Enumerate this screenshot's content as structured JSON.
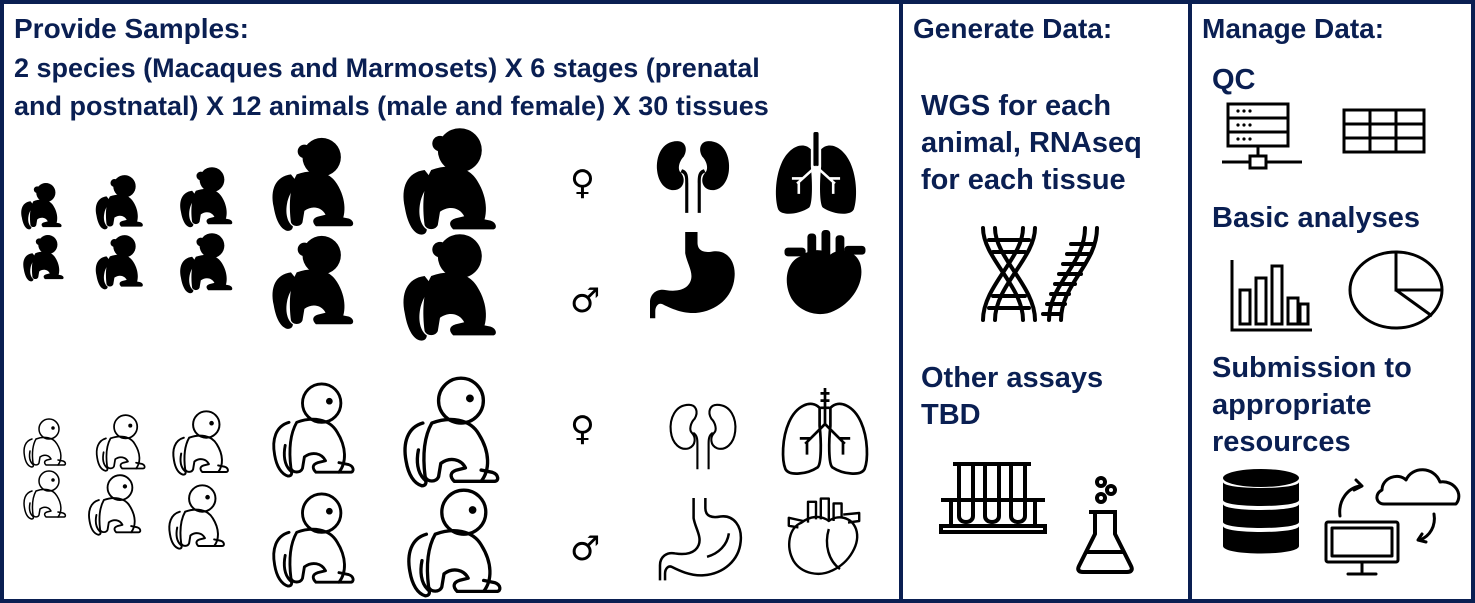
{
  "panel_samples": {
    "title": "Provide Samples:",
    "line1": "2 species (Macaques and Marmosets) X 6 stages (prenatal",
    "line2": "and postnatal) X 12 animals (male and female) X 30 tissues",
    "female_symbol": "♀",
    "male_symbol": "♂"
  },
  "panel_generate": {
    "title": "Generate Data:",
    "wgs_line1": "WGS for each",
    "wgs_line2": "animal, RNAseq",
    "wgs_line3": "for each tissue",
    "other_line1": "Other assays",
    "other_line2": "TBD"
  },
  "panel_manage": {
    "title": "Manage Data:",
    "qc": "QC",
    "basic": "Basic analyses",
    "sub_line1": "Submission to",
    "sub_line2": "appropriate",
    "sub_line3": "resources"
  },
  "icons": [
    "monkey-icon",
    "kidney-icon",
    "lungs-icon",
    "stomach-icon",
    "heart-icon",
    "dna-icon",
    "test-tubes-icon",
    "flask-icon",
    "server-icon",
    "table-icon",
    "bar-chart-icon",
    "pie-chart-icon",
    "database-icon",
    "cloud-sync-icon"
  ],
  "colors": {
    "border": "#0a1f52",
    "text": "#0a1f52",
    "icon": "#000000"
  }
}
